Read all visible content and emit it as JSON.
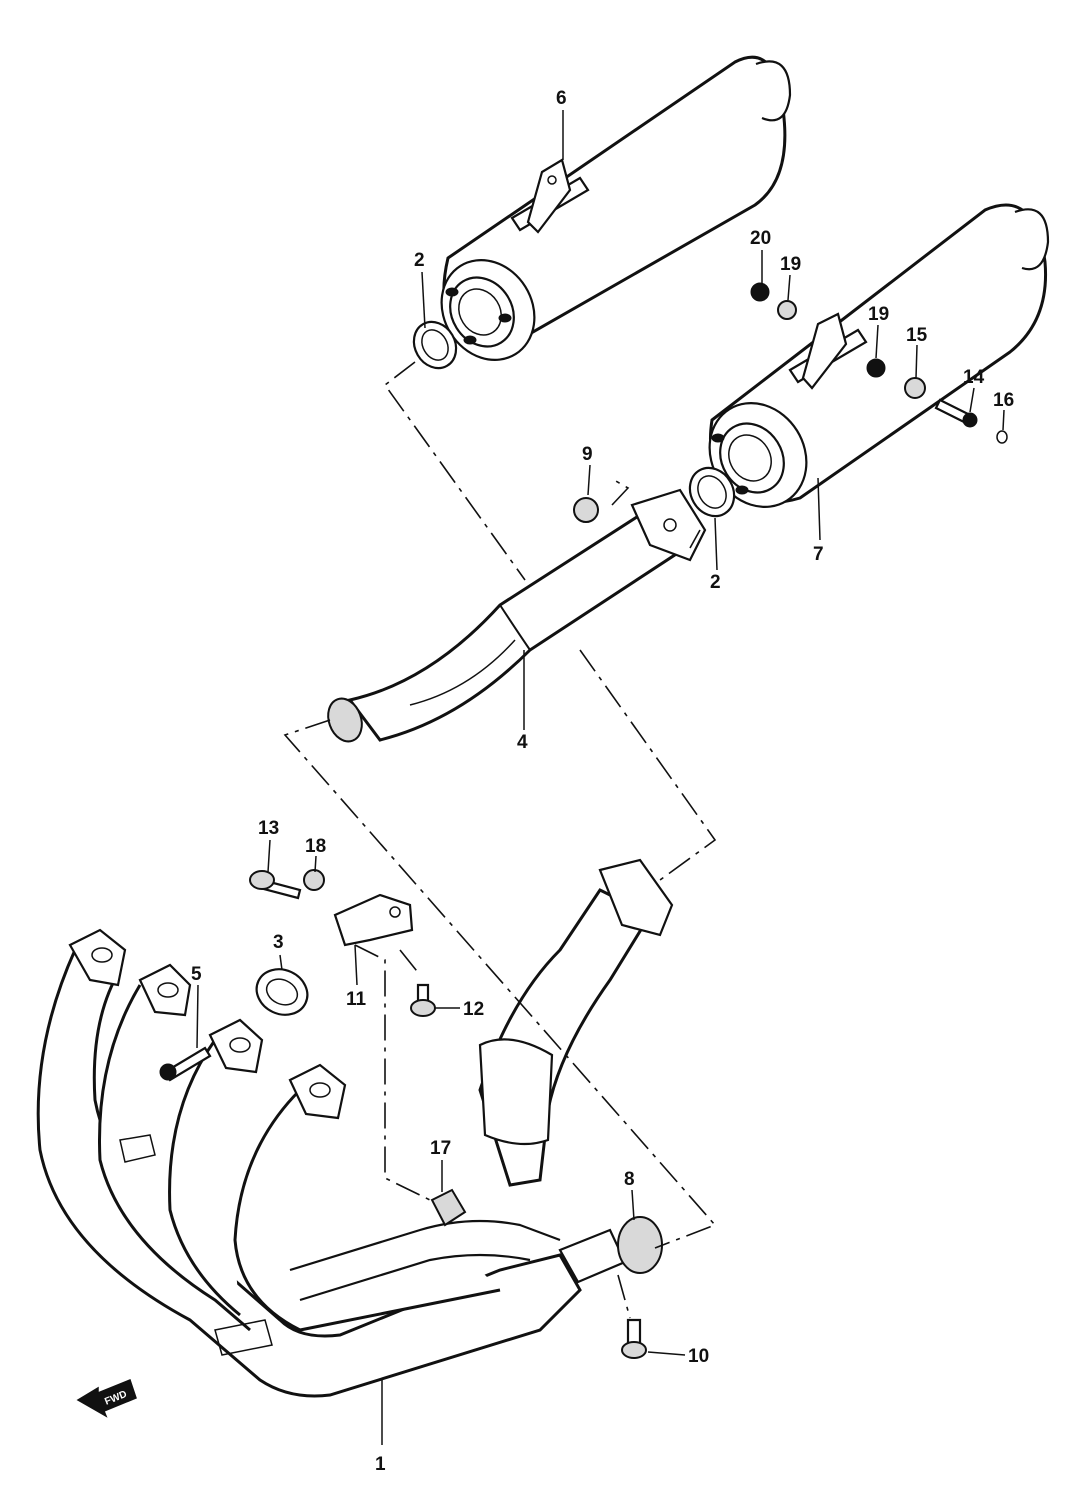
{
  "parts": [
    {
      "id": "p1",
      "number": "1"
    },
    {
      "id": "p2a",
      "number": "2"
    },
    {
      "id": "p2b",
      "number": "2"
    },
    {
      "id": "p3",
      "number": "3"
    },
    {
      "id": "p4",
      "number": "4"
    },
    {
      "id": "p5",
      "number": "5"
    },
    {
      "id": "p6",
      "number": "6"
    },
    {
      "id": "p7",
      "number": "7"
    },
    {
      "id": "p8",
      "number": "8"
    },
    {
      "id": "p9",
      "number": "9"
    },
    {
      "id": "p10",
      "number": "10"
    },
    {
      "id": "p11",
      "number": "11"
    },
    {
      "id": "p12",
      "number": "12"
    },
    {
      "id": "p13",
      "number": "13"
    },
    {
      "id": "p14",
      "number": "14"
    },
    {
      "id": "p15",
      "number": "15"
    },
    {
      "id": "p16",
      "number": "16"
    },
    {
      "id": "p17",
      "number": "17"
    },
    {
      "id": "p18",
      "number": "18"
    },
    {
      "id": "p19a",
      "number": "19"
    },
    {
      "id": "p19b",
      "number": "19"
    },
    {
      "id": "p20",
      "number": "20"
    }
  ],
  "forward_indicator": {
    "label": "FWD",
    "icon": "forward-arrow-icon"
  }
}
